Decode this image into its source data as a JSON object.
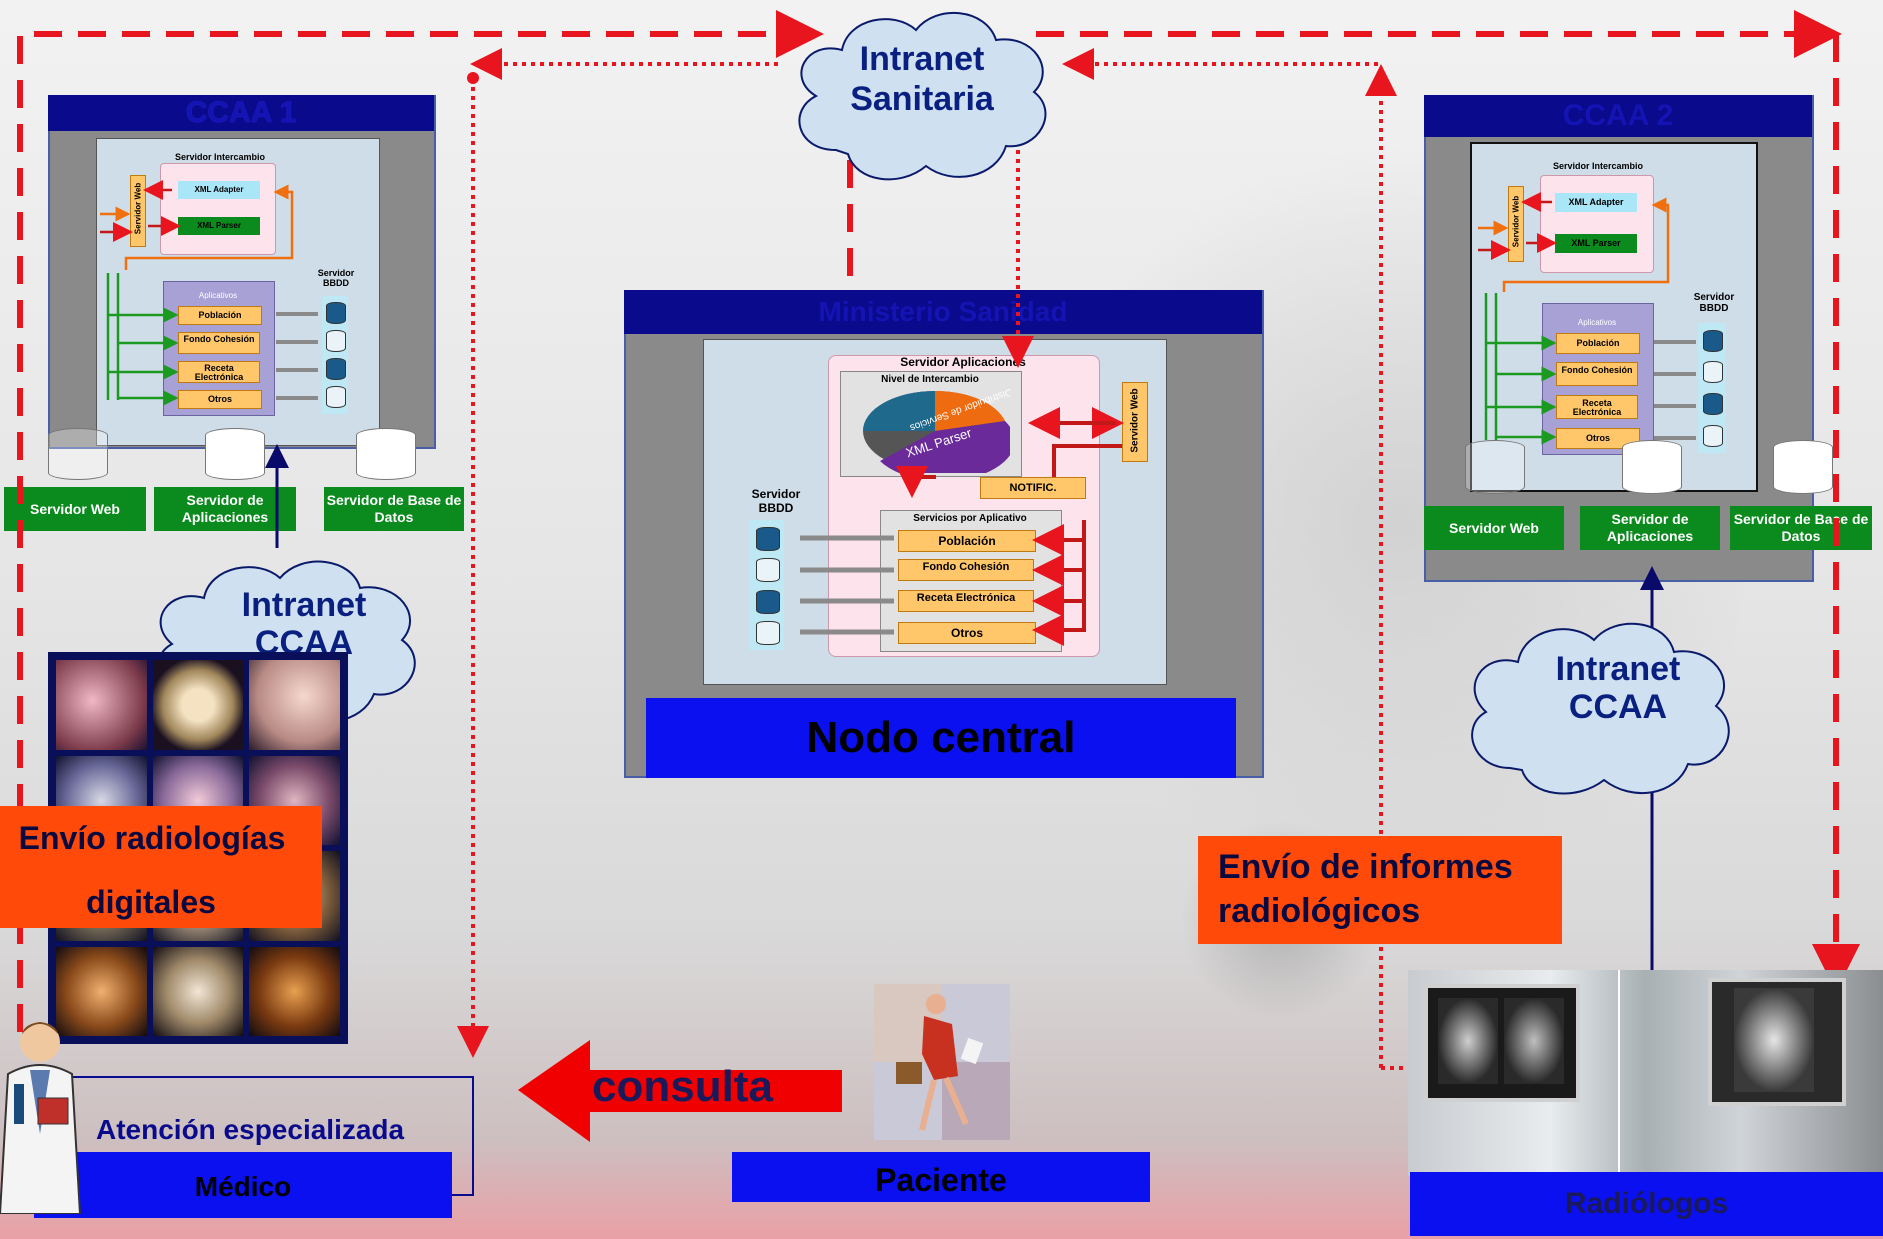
{
  "clouds": {
    "sanitaria": {
      "line1": "Intranet",
      "line2": "Sanitaria"
    },
    "ccaa_left": {
      "line1": "Intranet",
      "line2": "CCAA"
    },
    "ccaa_right": {
      "line1": "Intranet",
      "line2": "CCAA"
    }
  },
  "ccaa1": {
    "title": "CCAA 1",
    "servidor_intercambio": "Servidor Intercambio",
    "servidor_web_v": "Servidor Web",
    "xml_adapter": "XML Adapter",
    "xml_parser": "XML Parser",
    "aplicativos": "Aplicativos",
    "apps": [
      "Población",
      "Fondo Cohesión",
      "Receta Electrónica",
      "Otros"
    ],
    "bbdd": "Servidor BBDD",
    "bottom": [
      "Servidor Web",
      "Servidor de Aplicaciones",
      "Servidor de Base de Datos"
    ]
  },
  "ccaa2": {
    "title": "CCAA 2",
    "servidor_intercambio": "Servidor Intercambio",
    "servidor_web_v": "Servidor Web",
    "xml_adapter": "XML Adapter",
    "xml_parser": "XML Parser",
    "aplicativos": "Aplicativos",
    "apps": [
      "Población",
      "Fondo Cohesión",
      "Receta Electrónica",
      "Otros"
    ],
    "bbdd": "Servidor BBDD",
    "bottom": [
      "Servidor Web",
      "Servidor de Aplicaciones",
      "Servidor de Base de Datos"
    ]
  },
  "ministerio": {
    "title": "Ministerio Sanidad",
    "servidor_aplicaciones": "Servidor Aplicaciones",
    "nivel_intercambio": "Nivel de Intercambio",
    "distribuidor": "Distribuidor de Servicios",
    "xml_parser": "XML Parser",
    "servidor_web": "Servidor Web",
    "notific": "NOTIFIC.",
    "servidor_bbdd": "Servidor BBDD",
    "servicios": "Servicios por Aplicativo",
    "apps": [
      "Población",
      "Fondo Cohesión",
      "Receta Electrónica",
      "Otros"
    ],
    "nodo_central": "Nodo central"
  },
  "labels": {
    "envio_radiologias": [
      "Envío radiologías",
      "digitales"
    ],
    "envio_informes": [
      "Envío de informes",
      "radiológicos"
    ],
    "consulta": "consulta",
    "atencion": "Atención especializada",
    "medico": "Médico",
    "paciente": "Paciente",
    "radiologos": "Radiólogos"
  },
  "colors": {
    "navy": "#0a0a8c",
    "blue": "#0a10f0",
    "green": "#0b8a1e",
    "orange": "#ff4a0a",
    "red": "#e8141e"
  }
}
